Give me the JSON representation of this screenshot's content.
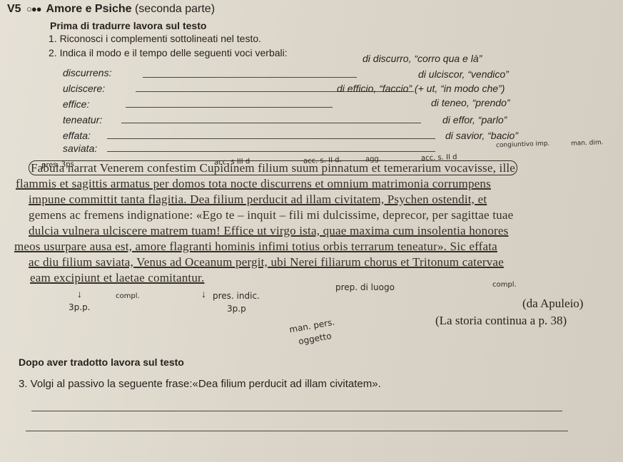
{
  "header": {
    "code": "V5",
    "title": "Amore e Psiche",
    "subtitle": "(seconda parte)"
  },
  "instructions": {
    "heading": "Prima di tradurre lavora sul testo",
    "task1": "1. Riconosci i complementi sottolineati nel testo.",
    "task2": "2. Indica il modo e il tempo delle seguenti voci verbali:"
  },
  "verbs": [
    {
      "word": "discurrens:",
      "gloss": "di discurro, “corro qua e là”"
    },
    {
      "word": "ulciscere:",
      "gloss": "di ulciscor, “vendico”"
    },
    {
      "word": "effice:",
      "gloss": "di efficio, “faccio” (+ ut, “in modo che”)"
    },
    {
      "word": "teneatur:",
      "gloss": "di teneo, “prendo”"
    },
    {
      "word": "effata:",
      "gloss": "di effor, “parlo”"
    },
    {
      "word": "saviata:",
      "gloss": "di savior, “bacio”"
    }
  ],
  "latin": [
    "Fabula narrat Venerem confestim Cupidinem filium suum pinnatum et temerarium vocavisse, ille",
    "flammis et sagittis armatus per domos tota nocte discurrens et omnium matrimonia corrumpens",
    "impune committit tanta flagitia. Dea filium perducit ad illam civitatem, Psychen ostendit, et",
    "gemens ac fremens indignatione: «Ego te – inquit – fili mi dulcissime, deprecor, per sagittae tuae",
    "dulcia vulnera ulciscere matrem tuam! Effice ut virgo ista, quae maxima cum insolentia honores",
    "meos usurpare ausa est, amore flagranti hominis infimi totius orbis terrarum teneatur». Sic effata",
    "ac diu filium saviata, Venus ad Oceanum pergit, ubi Nerei filiarum chorus et Tritonum catervae",
    "eam excipiunt et laetae comitantur."
  ],
  "source": "(da Apuleio)",
  "continue": "(La storia continua a p. 38)",
  "after": {
    "heading": "Dopo aver tradotto lavora sul testo",
    "task3": "3. Volgi al passivo la seguente frase:«Dea filium perducit ad illam civitatem»."
  },
  "annotations": {
    "a1": "acc. s III d",
    "a2": "acc. s. II d.",
    "a3": "agg.",
    "a4": "acc. s. II d",
    "a5": "congiuntivo imp.",
    "a6": "pres. 3ps",
    "a7": "pres. indic.",
    "a8": "3p.p.",
    "a9": "3p.p",
    "a10": "prep. di luogo",
    "a11": "compl.",
    "a12": "man. pers.",
    "a13": "oggetto",
    "a14": "man. dim."
  }
}
